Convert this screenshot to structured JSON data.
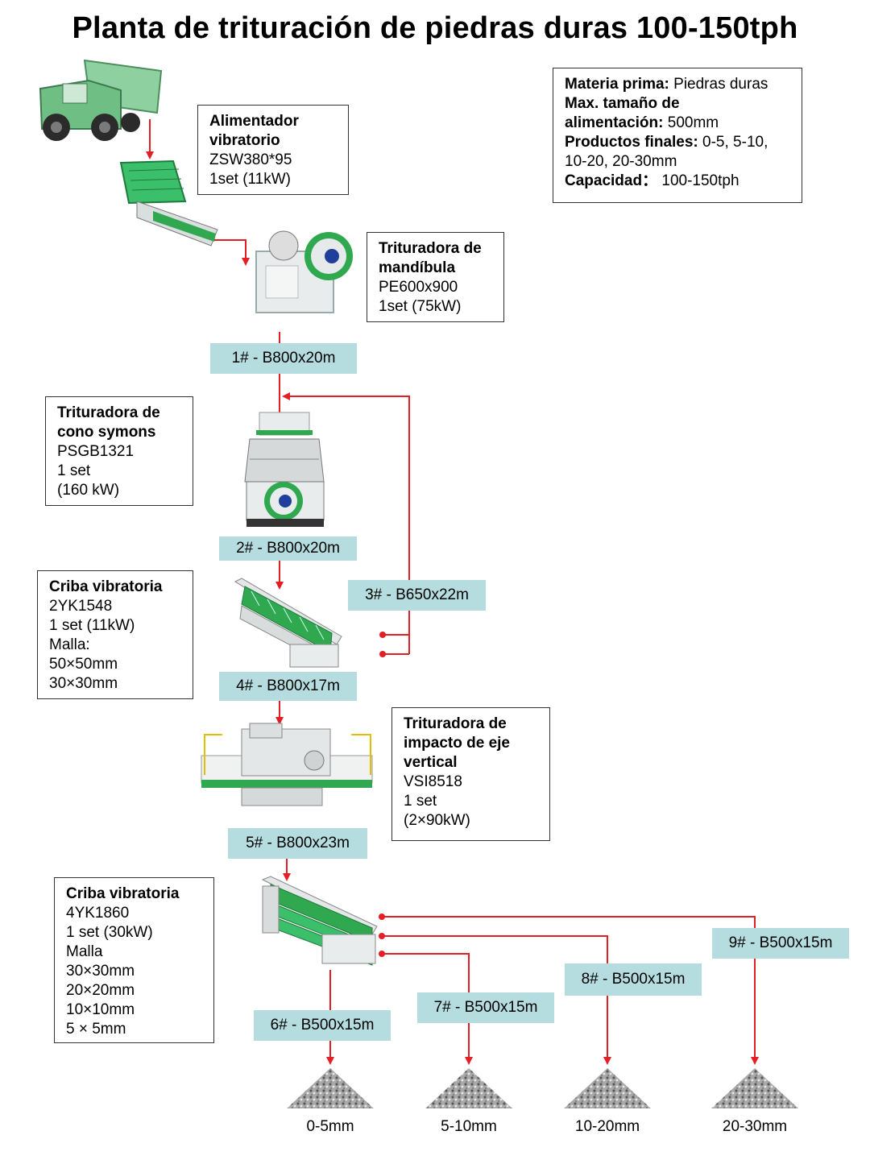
{
  "title": "Planta de trituración de piedras duras 100-150tph",
  "info": {
    "raw_label": "Materia prima:",
    "raw_value": " Piedras duras",
    "maxsize_label_1": "Max. tamaño de",
    "maxsize_label_2": "alimentación:",
    "maxsize_value": " 500mm",
    "products_label": "Productos finales:",
    "products_value_1": " 0-5, 5-10,",
    "products_value_2": "10-20, 20-30mm",
    "capacity_label": "Capacidad：",
    "capacity_value": "  100-150tph"
  },
  "feeder": {
    "name_1": "Alimentador",
    "name_2": "vibratorio",
    "model": "ZSW380*95",
    "spec": "1set  (11kW)"
  },
  "jaw": {
    "name_1": "Trituradora de",
    "name_2": "mandíbula",
    "model": "PE600x900",
    "spec": "1set  (75kW)"
  },
  "cone": {
    "name_1": "Trituradora de",
    "name_2": "cono symons",
    "model": "PSGB1321",
    "spec_1": "1 set",
    "spec_2": "(160 kW)"
  },
  "screen1": {
    "name": "Criba vibratoria",
    "model": "2YK1548",
    "spec": "1 set  (11kW)",
    "mesh_label": "Malla:",
    "mesh_1": "50×50mm",
    "mesh_2": "30×30mm"
  },
  "vsi": {
    "name_1": "Trituradora de",
    "name_2": "impacto de eje",
    "name_3": "vertical",
    "model": "VSI8518",
    "spec_1": "1 set",
    "spec_2": "(2×90kW)"
  },
  "screen2": {
    "name": "Criba vibratoria",
    "model": "4YK1860",
    "spec": "1 set  (30kW)",
    "mesh_label": "Malla",
    "mesh_1": "30×30mm",
    "mesh_2": "20×20mm",
    "mesh_3": "10×10mm",
    "mesh_4": "5 × 5mm"
  },
  "belts": {
    "b1": "1# - B800x20m",
    "b2": "2# - B800x20m",
    "b3": "3# - B650x22m",
    "b4": "4# - B800x17m",
    "b5": "5# - B800x23m",
    "b6": "6# - B500x15m",
    "b7": "7# - B500x15m",
    "b8": "8# - B500x15m",
    "b9": "9# - B500x15m"
  },
  "products": {
    "p1": "0-5mm",
    "p2": "5-10mm",
    "p3": "10-20mm",
    "p4": "20-30mm"
  },
  "colors": {
    "flow_line": "#e31e24",
    "belt_fill": "#b5dde0",
    "machine_green": "#2fa84f",
    "box_border": "#333333"
  }
}
